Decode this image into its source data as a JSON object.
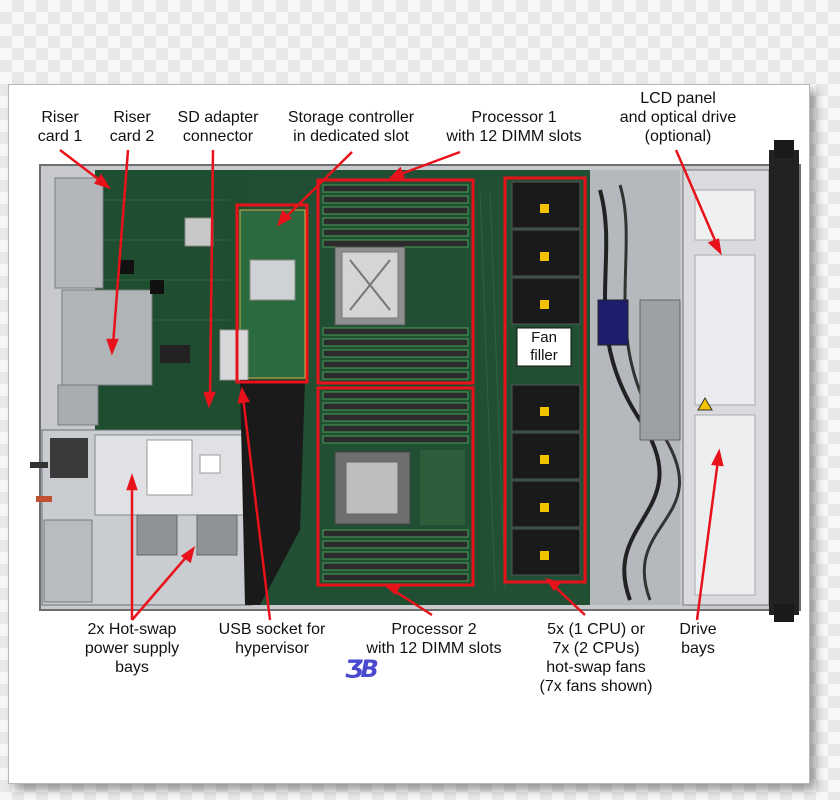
{
  "labels": {
    "riser1": [
      "Riser",
      "card 1"
    ],
    "riser2": [
      "Riser",
      "card 2"
    ],
    "sd_adapter": [
      "SD adapter",
      "connector"
    ],
    "storage_ctrl": [
      "Storage controller",
      "in dedicated slot"
    ],
    "processor1": [
      "Processor 1",
      "with 12 DIMM slots"
    ],
    "lcd_panel": [
      "LCD panel",
      "and optical drive",
      "(optional)"
    ],
    "fan_filler": [
      "Fan",
      "filler"
    ],
    "psu": [
      "2x Hot-swap",
      "power supply",
      "bays"
    ],
    "usb": [
      "USB socket for",
      "hypervisor"
    ],
    "processor2": [
      "Processor 2",
      "with 12 DIMM slots"
    ],
    "fans": [
      "5x (1 CPU) or",
      "7x (2 CPUs)",
      "hot-swap fans",
      "(7x fans shown)"
    ],
    "drive_bays": [
      "Drive",
      "bays"
    ]
  },
  "watermark": "ƷB",
  "colors": {
    "highlight": "#e8121b",
    "board": "#1e4a2e",
    "chassis": "#b9bcc0",
    "arrow": "#e8121b"
  }
}
